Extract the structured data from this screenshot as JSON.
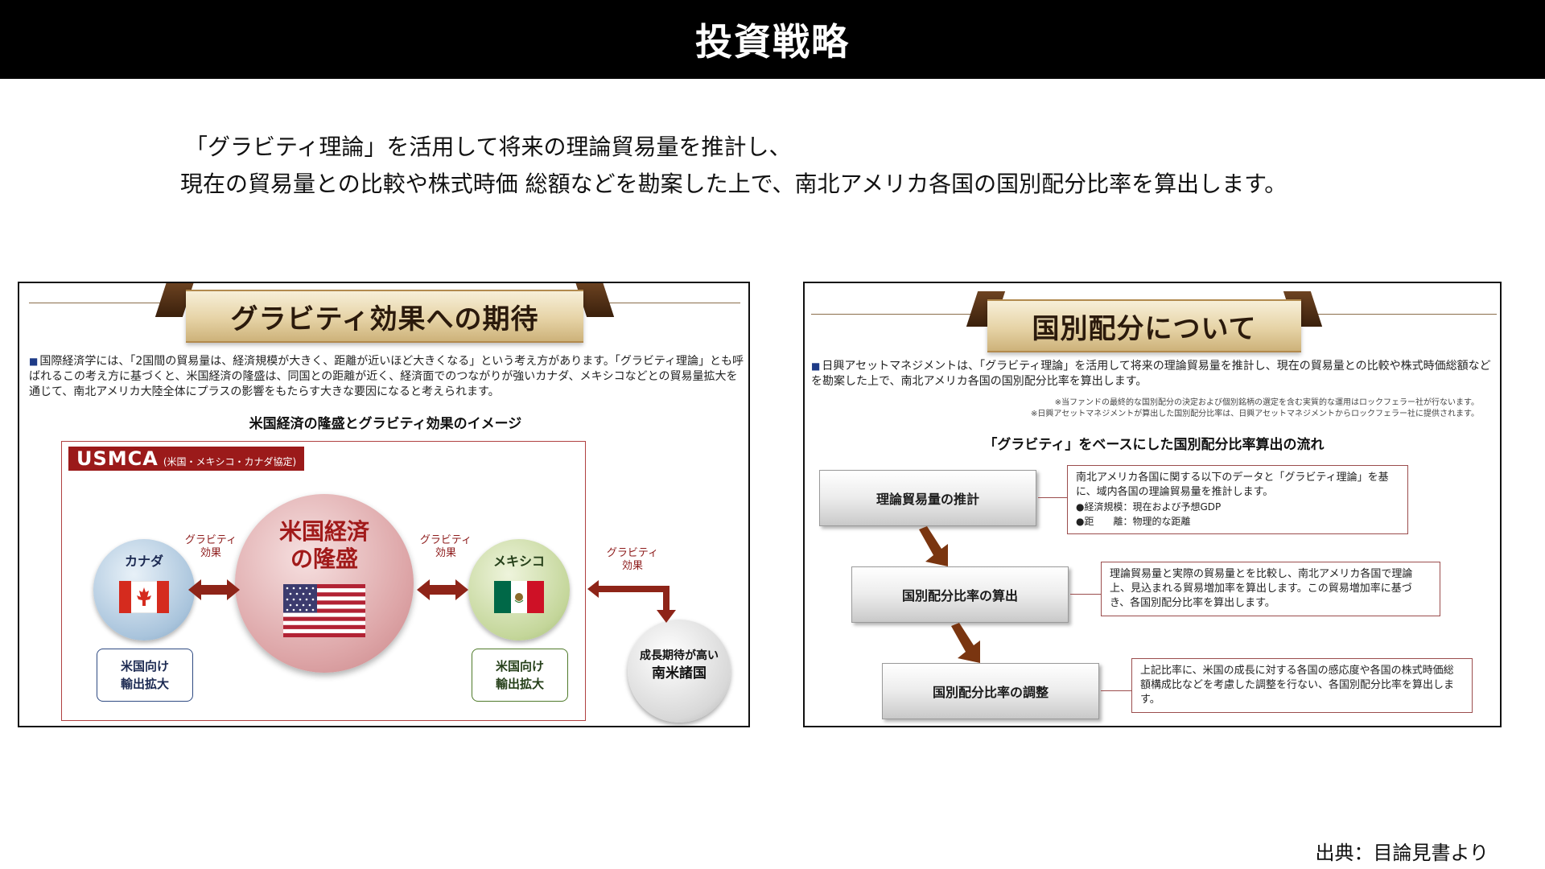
{
  "title": "投資戦略",
  "lead": {
    "line1": "「グラビティ理論」を活用して将来の理論貿易量を推計し、",
    "line2": "現在の貿易量との比較や株式時価 総額などを勘案した上で、南北アメリカ各国の国別配分比率を算出します。"
  },
  "left_panel": {
    "ribbon_title": "グラビティ効果への期待",
    "bullet": "国際経済学には、「2国間の貿易量は、経済規模が大きく、距離が近いほど大きくなる」という考え方があります。「グラビティ理論」とも呼ばれるこの考え方に基づくと、米国経済の隆盛は、同国との距離が近く、経済面でのつながりが強いカナダ、メキシコなどとの貿易量拡大を通じて、南北アメリカ大陸全体にプラスの影響をもたらす大きな要因になると考えられます。",
    "diagram_title": "米国経済の隆盛とグラビティ効果のイメージ",
    "usmca_label": "USMCA",
    "usmca_sub": "(米国・メキシコ・カナダ協定)",
    "canada": "カナダ",
    "us_line1": "米国経済",
    "us_line2": "の隆盛",
    "mexico": "メキシコ",
    "gravity_line1": "グラビティ",
    "gravity_line2": "効果",
    "export_line1": "米国向け",
    "export_line2": "輸出拡大",
    "south_line1": "成長期待が高い",
    "south_line2": "南米諸国"
  },
  "right_panel": {
    "ribbon_title": "国別配分について",
    "bullet": "日興アセットマネジメントは、「グラビティ理論」を活用して将来の理論貿易量を推計し、現在の貿易量との比較や株式時価総額などを勘案した上で、南北アメリカ各国の国別配分比率を算出します。",
    "note1": "※当ファンドの最終的な国別配分の決定および個別銘柄の選定を含む実質的な運用はロックフェラー社が行ないます。",
    "note2": "※日興アセットマネジメントが算出した国別配分比率は、日興アセットマネジメントからロックフェラー社に提供されます。",
    "flow_title": "「グラビティ」をベースにした国別配分比率算出の流れ",
    "steps": [
      {
        "label": "理論貿易量の推計",
        "desc": "南北アメリカ各国に関する以下のデータと「グラビティ理論」を基に、域内各国の理論貿易量を推計します。",
        "sub1": "●経済規模：現在および予想GDP",
        "sub2": "●距　　離：物理的な距離"
      },
      {
        "label": "国別配分比率の算出",
        "desc": "理論貿易量と実際の貿易量とを比較し、南北アメリカ各国で理論上、見込まれる貿易増加率を算出します。この貿易増加率に基づき、各国別配分比率を算出します。"
      },
      {
        "label": "国別配分比率の調整",
        "desc": "上記比率に、米国の成長に対する各国の感応度や各国の株式時価総額構成比などを考慮した調整を行ない、各国別配分比率を算出します。"
      }
    ]
  },
  "source": "出典：目論見書より",
  "colors": {
    "usmca_red": "#9b1a1a",
    "ribbon_gold": "#e6d3a6",
    "arrow_brown": "#8e3a10",
    "bullet_blue": "#1e3b87"
  }
}
